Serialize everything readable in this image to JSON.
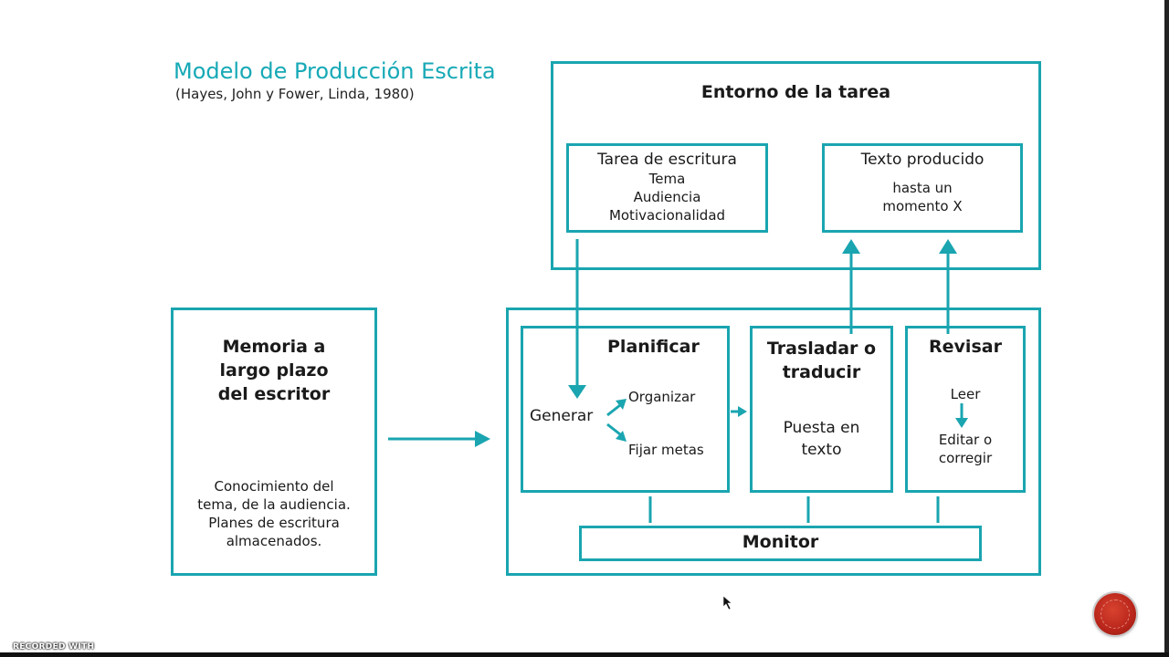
{
  "header": {
    "title": "Modelo de Producción Escrita",
    "subtitle": "(Hayes, John y Fower, Linda, 1980)"
  },
  "task_environment": {
    "title": "Entorno de la tarea",
    "writing_task": {
      "title": "Tarea de escritura",
      "lines": [
        "Tema",
        "Audiencia",
        "Motivacionalidad"
      ]
    },
    "produced_text": {
      "title": "Texto producido",
      "lines": [
        "hasta un",
        "momento X"
      ]
    }
  },
  "long_term_memory": {
    "title_lines": [
      "Memoria a",
      "largo plazo",
      "del escritor"
    ],
    "description_lines": [
      "Conocimiento del",
      "tema, de la audiencia.",
      "Planes de escritura",
      "almacenados."
    ]
  },
  "processes": {
    "plan": {
      "title": "Planificar",
      "generate": "Generar",
      "organize": "Organizar",
      "set_goals": "Fijar metas"
    },
    "translate": {
      "title_lines": [
        "Trasladar o",
        "traducir"
      ],
      "body_lines": [
        "Puesta en",
        "texto"
      ]
    },
    "review": {
      "title": "Revisar",
      "read": "Leer",
      "edit_lines": [
        "Editar o",
        "corregir"
      ]
    },
    "monitor": {
      "title": "Monitor"
    }
  },
  "watermark": {
    "label": "RECORDED WITH"
  },
  "colors": {
    "accent": "#1aa5b0",
    "title": "#16a9b6",
    "record": "#b8251a"
  }
}
